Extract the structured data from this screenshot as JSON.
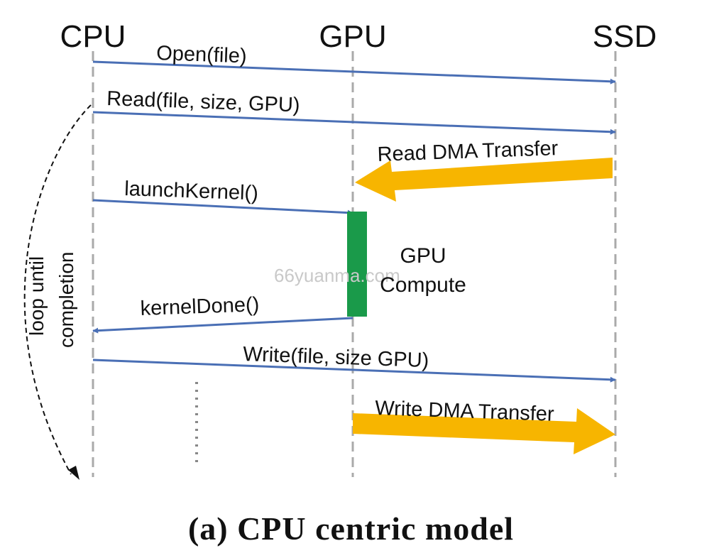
{
  "lanes": {
    "cpu": "CPU",
    "gpu": "GPU",
    "ssd": "SSD"
  },
  "messages": {
    "open": "Open(file)",
    "read": "Read(file, size, GPU)",
    "read_dma": "Read DMA Transfer",
    "launch_kernel": "launchKernel()",
    "kernel_done": "kernelDone()",
    "write": "Write(file, size GPU)",
    "write_dma": "Write DMA Transfer"
  },
  "gpu_compute": {
    "line1": "GPU",
    "line2": "Compute"
  },
  "loop": {
    "line1": "loop until",
    "line2": "completion"
  },
  "watermark": "66yuanma.com",
  "caption": "(a) CPU centric model",
  "colors": {
    "message_arrow": "#4a6fb5",
    "dma_arrow": "#f7b500",
    "gpu_compute_bar": "#1a9a4a",
    "lifeline": "#aaaaaa"
  }
}
